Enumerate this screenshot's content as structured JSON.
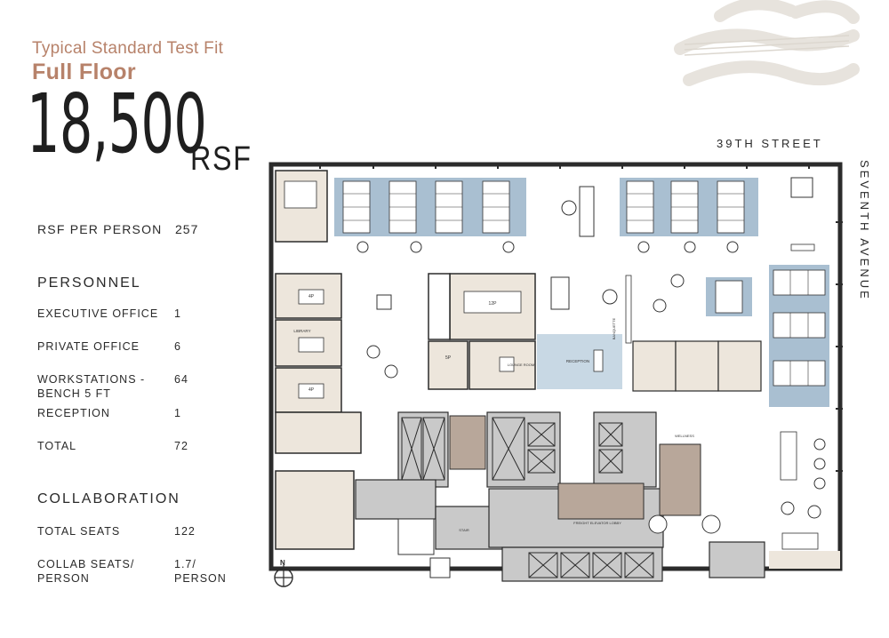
{
  "header": {
    "subtitle": "Typical Standard Test Fit",
    "title": "Full Floor",
    "area_number": "18,500",
    "area_unit": "RSF"
  },
  "rsf_per_person": {
    "label": "RSF PER PERSON",
    "value": "257"
  },
  "personnel": {
    "heading": "PERSONNEL",
    "rows": [
      {
        "label": "EXECUTIVE OFFICE",
        "value": "1"
      },
      {
        "label": "PRIVATE OFFICE",
        "value": "6"
      },
      {
        "label": "WORKSTATIONS - BENCH 5 FT",
        "value": "64"
      },
      {
        "label": "RECEPTION",
        "value": "1"
      },
      {
        "label": "TOTAL",
        "value": "72"
      }
    ]
  },
  "collaboration": {
    "heading": "COLLABORATION",
    "rows": [
      {
        "label": "TOTAL SEATS",
        "value": "122"
      },
      {
        "label": "COLLAB SEATS/ PERSON",
        "value": "1.7/ PERSON"
      }
    ]
  },
  "streets": {
    "north": "39TH STREET",
    "east": "SEVENTH AVENUE"
  },
  "plan_labels": {
    "conf_12p": "12P",
    "conf_4p_a": "4P",
    "conf_4p_b": "4P",
    "conf_5p": "5P",
    "library": "LIBRARY",
    "lounge": "LOUNGE ROOM",
    "reception": "RECEPTION",
    "banquette": "BANQUETTE",
    "wellness": "WELLNESS",
    "elevator_lobby": "FREIGHT ELEVATOR LOBBY",
    "stair": "STAIR",
    "compass_n": "N"
  },
  "colors": {
    "accent": "#b7826a",
    "workstation_blue": "#a9bfd1",
    "reception_blue": "#c8d8e4",
    "core_gray": "#c9c9c9",
    "core_brown": "#b8a79a",
    "room_beige": "#ede6dc",
    "logo": "#e9e6e1"
  }
}
